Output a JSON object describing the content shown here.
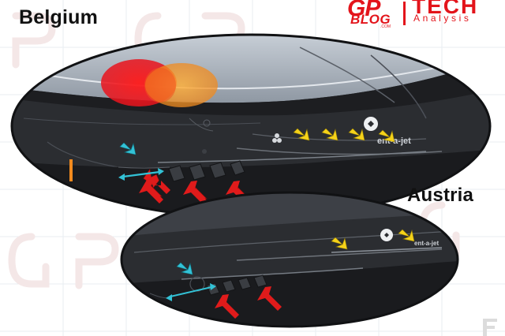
{
  "labels": {
    "top_detail": "Belgium",
    "bottom_detail": "Austria"
  },
  "logo": {
    "gp": "GP",
    "blog": "BLOG",
    "com": ".COM",
    "tech": "TECH",
    "analysis": "Analysis"
  },
  "car_text": {
    "sponsor": "ent-a-jet",
    "sponsor_small": "ent-a-jet"
  },
  "colors": {
    "body": "#2b2d31",
    "body_dark": "#1a1b1e",
    "upper_grey": "#aeb6bf",
    "red_marker": "#e8141e",
    "orange_marker": "#f29a2a",
    "arrow_red": "#e01b1b",
    "arrow_yellow": "#f5d21a",
    "arrow_cyan": "#33c2d6",
    "grid": "#e9edf2",
    "watermark": "#f2e4e4"
  }
}
